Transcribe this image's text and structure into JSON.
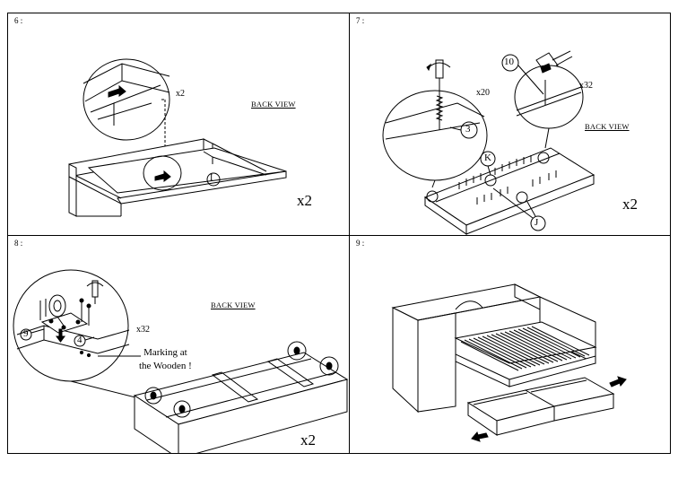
{
  "panels": {
    "step6": {
      "number": "6 :",
      "count_small": "x2",
      "back_view": "BACK VIEW",
      "part_label": "I",
      "count_large": "x2"
    },
    "step7": {
      "number": "7 :",
      "screw_count": "x20",
      "nail_count": "x32",
      "back_view": "BACK VIEW",
      "callout_3": "3",
      "callout_10": "10",
      "callout_k": "K",
      "callout_j": "J",
      "count_large": "x2"
    },
    "step8": {
      "number": "8 :",
      "back_view": "BACK VIEW",
      "callout_9": "9",
      "callout_4": "4",
      "count_small": "x32",
      "note_line1": "Marking at",
      "note_line2": "the Wooden !",
      "count_large": "x2"
    },
    "step9": {
      "number": "9 :"
    }
  },
  "icons": [
    "arrow-icon",
    "screwdriver-icon",
    "hammer-icon",
    "screw-icon",
    "nail-icon",
    "caster-wheel-icon"
  ]
}
